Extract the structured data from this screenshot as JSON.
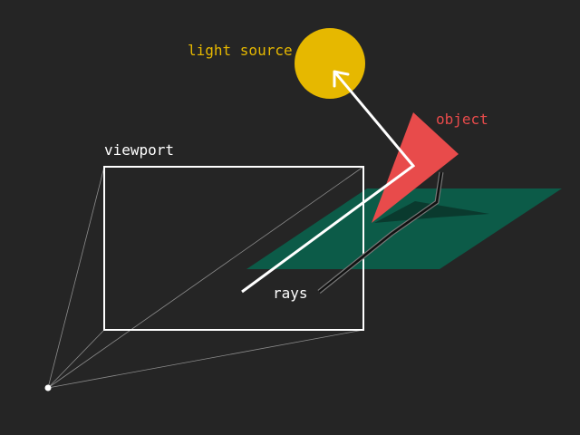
{
  "labels": {
    "light_source": "light source",
    "object": "object",
    "viewport": "viewport",
    "rays": "rays"
  },
  "colors": {
    "background": "#252525",
    "light": "#e6b800",
    "object": "#e84b4b",
    "plane": "#0c5b48",
    "plane_shadow": "#0a3a2e",
    "viewport": "#ffffff",
    "ray": "#ffffff",
    "secondary_ray": "#111111",
    "frustum": "#8c8c8c"
  }
}
